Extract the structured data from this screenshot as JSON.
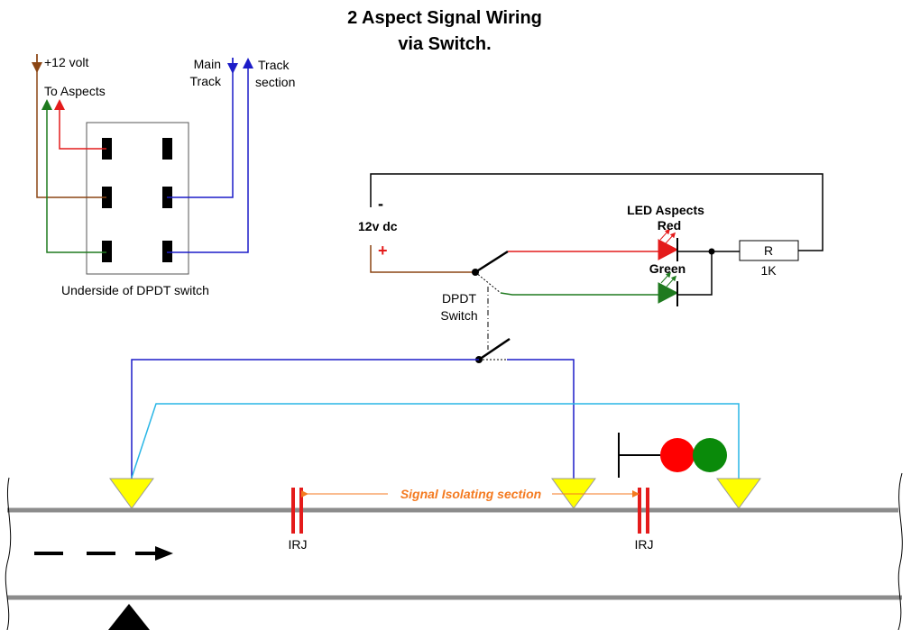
{
  "title": {
    "line1": "2 Aspect Signal Wiring",
    "line2": "via Switch."
  },
  "switch_underside": {
    "supply_label": "+12 volt",
    "aspects_label": "To Aspects",
    "main_track_line1": "Main",
    "main_track_line2": "Track",
    "track_section_line1": "Track",
    "track_section_line2": "section",
    "caption": "Underside of DPDT switch"
  },
  "circuit": {
    "minus_symbol": "-",
    "plus_symbol": "+",
    "supply_label": "12v dc",
    "led_heading": "LED Aspects",
    "red_label": "Red",
    "green_label": "Green",
    "resistor_symbol": "R",
    "resistor_value": "1K",
    "switch_line1": "DPDT",
    "switch_line2": "Switch"
  },
  "track": {
    "isolating_label": "Signal Isolating section",
    "irj_left": "IRJ",
    "irj_right": "IRJ"
  },
  "colors": {
    "brown": "#8B4513",
    "red": "#E41B1B",
    "green": "#1F7A1F",
    "blue": "#1C1CC8",
    "cyan": "#29B6E6",
    "orange": "#F47A20",
    "yellow": "#FFFF00",
    "rail": "#8C8C8C"
  }
}
